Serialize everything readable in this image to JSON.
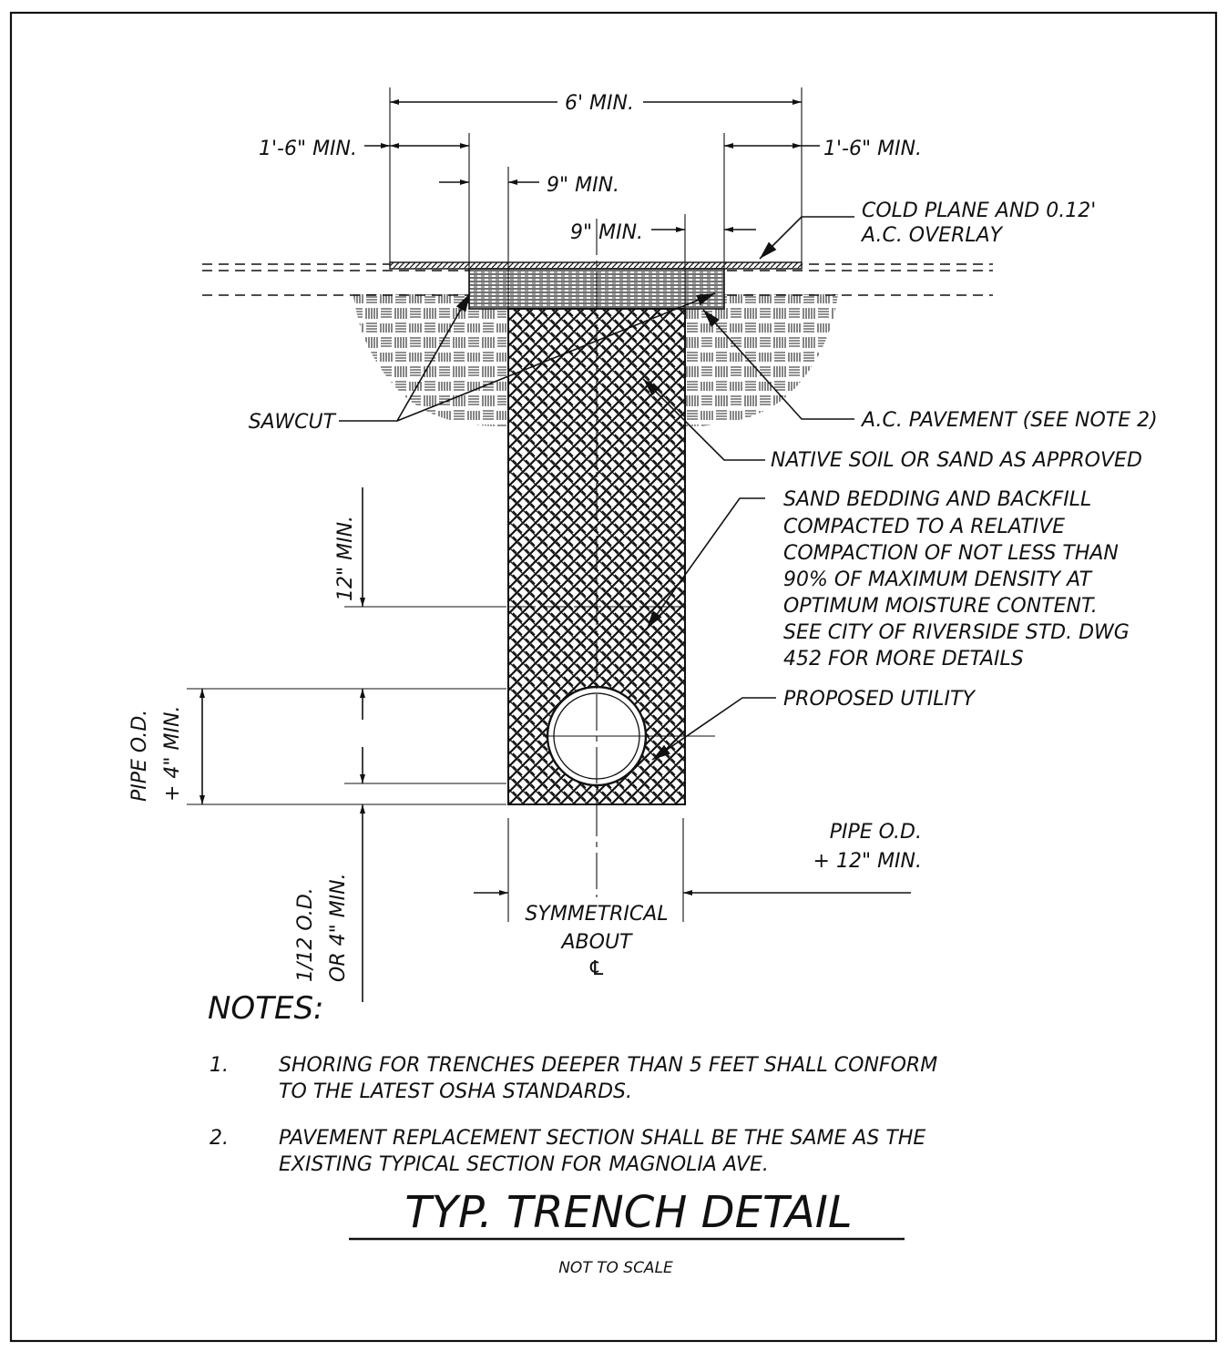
{
  "title": "TYP. TRENCH DETAIL",
  "subtitle": "NOT TO SCALE",
  "dimensions": {
    "total_width": "6' MIN.",
    "left_overcut": "1'-6\" MIN.",
    "right_overcut": "1'-6\" MIN.",
    "left_clearance": "9\" MIN.",
    "right_clearance": "9\" MIN.",
    "cover": "12\" MIN.",
    "pipe_zone": [
      "PIPE O.D.",
      "+ 4\" MIN."
    ],
    "bedding": [
      "1/12 O.D.",
      "OR 4\" MIN."
    ],
    "trench_width": [
      "PIPE O.D.",
      "+ 12\" MIN."
    ],
    "symmetry": [
      "SYMMETRICAL",
      "ABOUT",
      "℄"
    ]
  },
  "callouts": {
    "overlay": [
      "COLD PLANE AND 0.12'",
      "A.C. OVERLAY"
    ],
    "sawcut": "SAWCUT",
    "ac_pavement": "A.C. PAVEMENT (SEE NOTE 2)",
    "native_soil": "NATIVE SOIL OR SAND AS APPROVED",
    "bedding_note": [
      "SAND BEDDING AND  BACKFILL",
      "COMPACTED TO A RELATIVE",
      "COMPACTION OF NOT LESS THAN",
      "90% OF MAXIMUM DENSITY AT",
      "OPTIMUM MOISTURE CONTENT.",
      "SEE CITY OF RIVERSIDE STD. DWG",
      "452 FOR MORE DETAILS"
    ],
    "utility": "PROPOSED UTILITY"
  },
  "notes": {
    "heading": "NOTES:",
    "items": [
      {
        "num": "1.",
        "lines": [
          "SHORING FOR TRENCHES DEEPER THAN 5 FEET SHALL CONFORM",
          "TO THE LATEST OSHA STANDARDS."
        ]
      },
      {
        "num": "2.",
        "lines": [
          "PAVEMENT REPLACEMENT SECTION SHALL BE THE SAME AS THE",
          "EXISTING TYPICAL SECTION FOR MAGNOLIA AVE."
        ]
      }
    ]
  }
}
